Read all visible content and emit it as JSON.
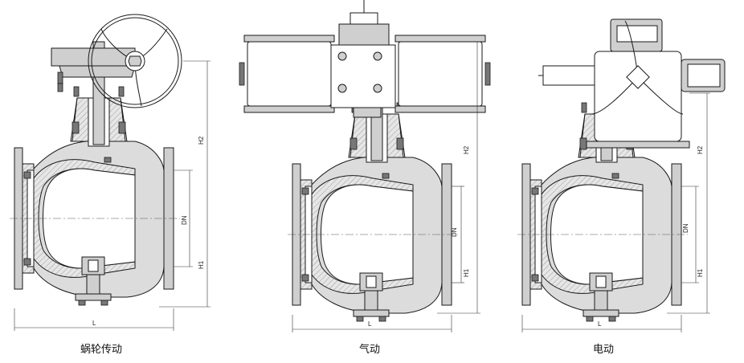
{
  "variants": [
    {
      "id": "worm-gear",
      "caption": "蜗轮传动",
      "dims": {
        "length": "L",
        "dn": "DN",
        "h1": "H1",
        "h2": "H2"
      }
    },
    {
      "id": "pneumatic",
      "caption": "气动",
      "dims": {
        "length": "L",
        "dn": "DN",
        "h1": "H1",
        "h2": "H2"
      }
    },
    {
      "id": "electric",
      "caption": "电动",
      "dims": {
        "length": "L",
        "dn": "DN",
        "h1": "H1",
        "h2": "H2"
      }
    }
  ]
}
